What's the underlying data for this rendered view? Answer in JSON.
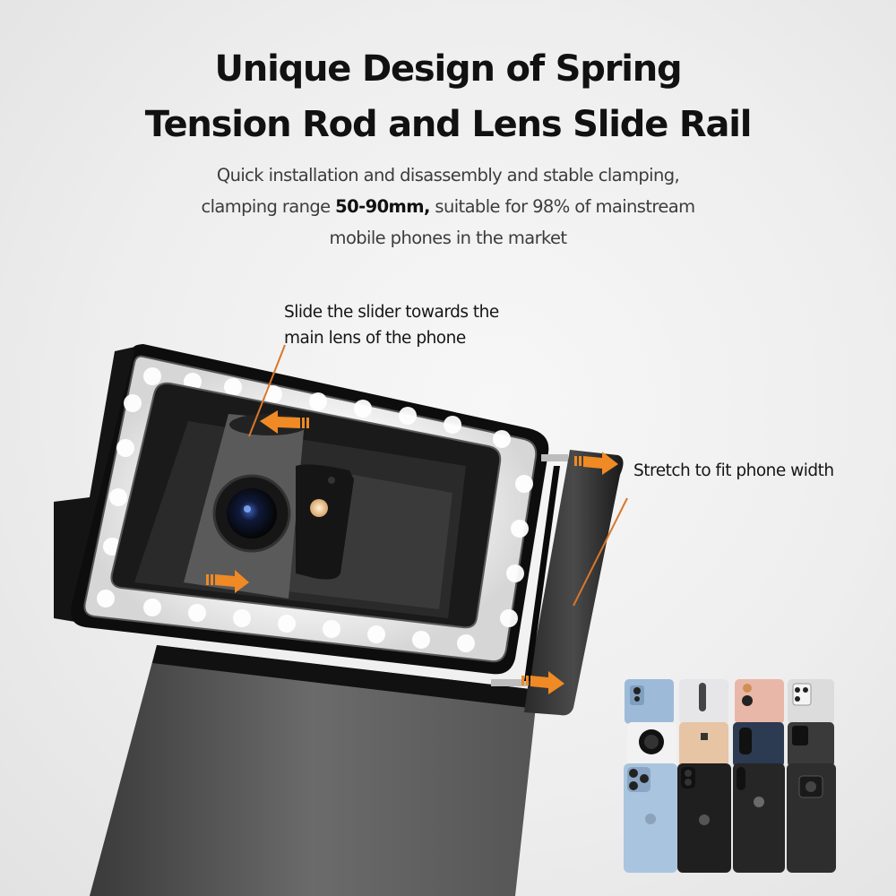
{
  "headline": {
    "line1": "Unique Design of Spring",
    "line2": "Tension Rod and Lens Slide Rail"
  },
  "subtitle": {
    "line1": "Quick installation and disassembly and stable clamping,",
    "line2_prefix": "clamping range ",
    "line2_bold": "50-90mm,",
    "line2_suffix": " suitable for 98% of mainstream",
    "line3": "mobile phones in the market"
  },
  "callouts": {
    "slider": {
      "line1": "Slide the slider towards the",
      "line2": "main lens of the phone"
    },
    "stretch": {
      "line1": "Stretch to fit phone width"
    }
  },
  "compatible_phones": {
    "grid_rows": 3,
    "grid_cols": 4,
    "phones": [
      {
        "color": "#9dbbd8",
        "row": 1,
        "col": 1
      },
      {
        "color": "#e6e6e8",
        "row": 1,
        "col": 2
      },
      {
        "color": "#e9b7a8",
        "row": 1,
        "col": 3
      },
      {
        "color": "#dcdcdc",
        "row": 1,
        "col": 4
      },
      {
        "color": "#f2f2f2",
        "row": 2,
        "col": 1
      },
      {
        "color": "#e6c4a4",
        "row": 2,
        "col": 2
      },
      {
        "color": "#2c3a52",
        "row": 2,
        "col": 3
      },
      {
        "color": "#3a3a3a",
        "row": 2,
        "col": 4
      },
      {
        "color": "#a9c4de",
        "row": 3,
        "col": 1
      },
      {
        "color": "#1f1f1f",
        "row": 3,
        "col": 2
      },
      {
        "color": "#262626",
        "row": 3,
        "col": 3
      },
      {
        "color": "#2e2e2e",
        "row": 3,
        "col": 4
      }
    ]
  },
  "colors": {
    "accent_orange": "#f08a24",
    "leader_line": "#d9772a",
    "device_black": "#111111",
    "led_white": "#ffffff"
  }
}
